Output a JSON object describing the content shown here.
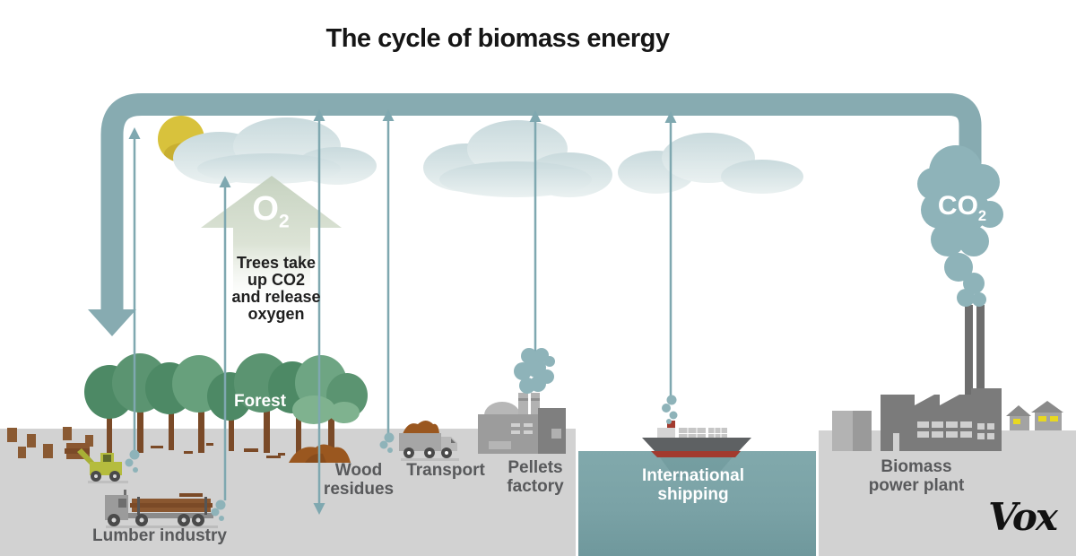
{
  "title": "The cycle of biomass energy",
  "cycle": {
    "o2": {
      "main": "O",
      "sub": "2"
    },
    "co2": {
      "main": "CO",
      "sub": "2"
    },
    "absorption_note": "Trees take\nup CO2\nand release\noxygen"
  },
  "stages": {
    "forest": "Forest",
    "lumber": "Lumber industry",
    "residues": "Wood\nresidues",
    "transport": "Transport",
    "pellets": "Pellets\nfactory",
    "shipping": "International\nshipping",
    "plant": "Biomass\npower plant"
  },
  "branding": {
    "logo": "Vox"
  },
  "colors": {
    "pipe": "#87abb1",
    "thin_arrow": "#7fa8b0",
    "smoke": "#8eb3b9",
    "ground": "#d2d2d2",
    "sun": "#d8c23c",
    "water_top": "#81a9ac",
    "water_bottom": "#6f989c",
    "o2_arrow_green": "#c3d0bd",
    "tree_green": "#55926d",
    "label_gray": "#58595b",
    "label_white": "#ffffff",
    "title_black": "#161616"
  }
}
